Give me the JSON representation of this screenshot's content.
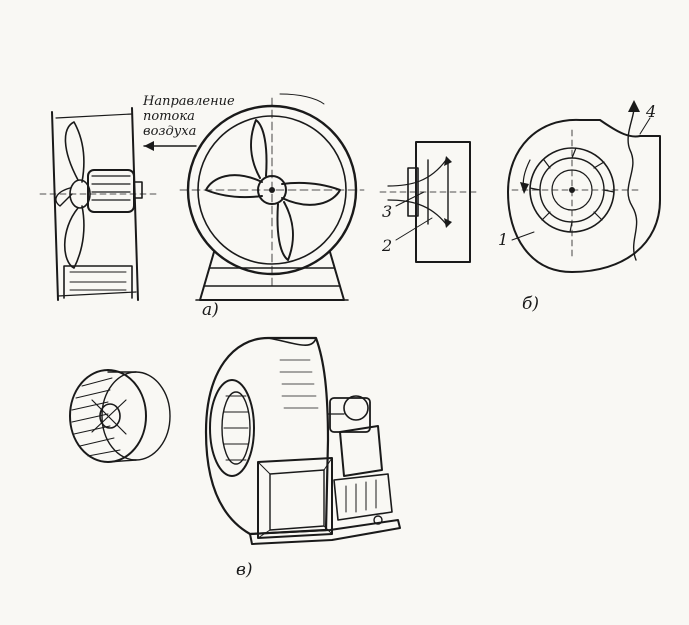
{
  "labels": {
    "airflow_note": {
      "line1": "Направление",
      "line2": "потока",
      "line3": "воздуха"
    },
    "caption_a": "a)",
    "caption_b": "б)",
    "caption_v": "в)",
    "part_1": "1",
    "part_2": "2",
    "part_3": "3",
    "part_4": "4"
  }
}
